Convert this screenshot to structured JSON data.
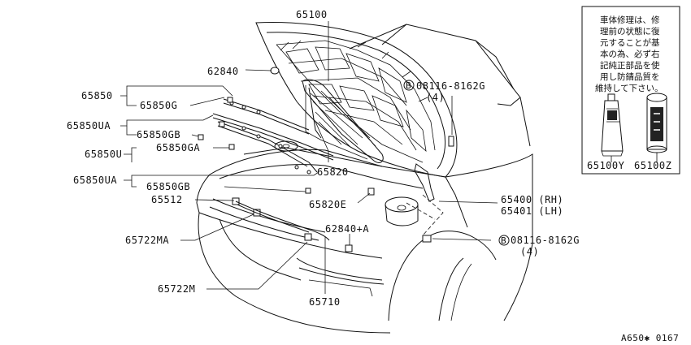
{
  "diagram_id": "A650✱ 0167",
  "bolt_marker": "B",
  "callouts": {
    "hood": "65100",
    "bumper_rubber": "62840",
    "bolt_top": "08116-8162G",
    "bolt_top_qty": "(4)",
    "seal_front": "65850",
    "seal_front_g": "65850G",
    "seal_ua_top": "65850UA",
    "seal_gb_top": "65850GB",
    "seal_u": "65850U",
    "seal_ga": "65850GA",
    "seal_ua_bottom": "65850UA",
    "seal_gb_bottom": "65850GB",
    "insulator": "65820",
    "insulator_clip": "65820E",
    "hinge_rh": "65400 (RH)",
    "hinge_lh": "65401 (LH)",
    "stay_clip": "65512",
    "bumper_rubber_a": "62840+A",
    "bolt_bottom": "08116-8162G",
    "bolt_bottom_qty": "(4)",
    "rod_ma": "65722MA",
    "rod_m": "65722M",
    "support_rod": "65710"
  },
  "note_box": {
    "lines": [
      "車体修理は、修",
      "理前の状態に復",
      "元することが基",
      "本の為、必ず右",
      "記純正部品を使",
      "用し防錆品質を",
      "維持して下さい。"
    ],
    "tube_label": "65100Y",
    "can_label": "65100Z"
  }
}
